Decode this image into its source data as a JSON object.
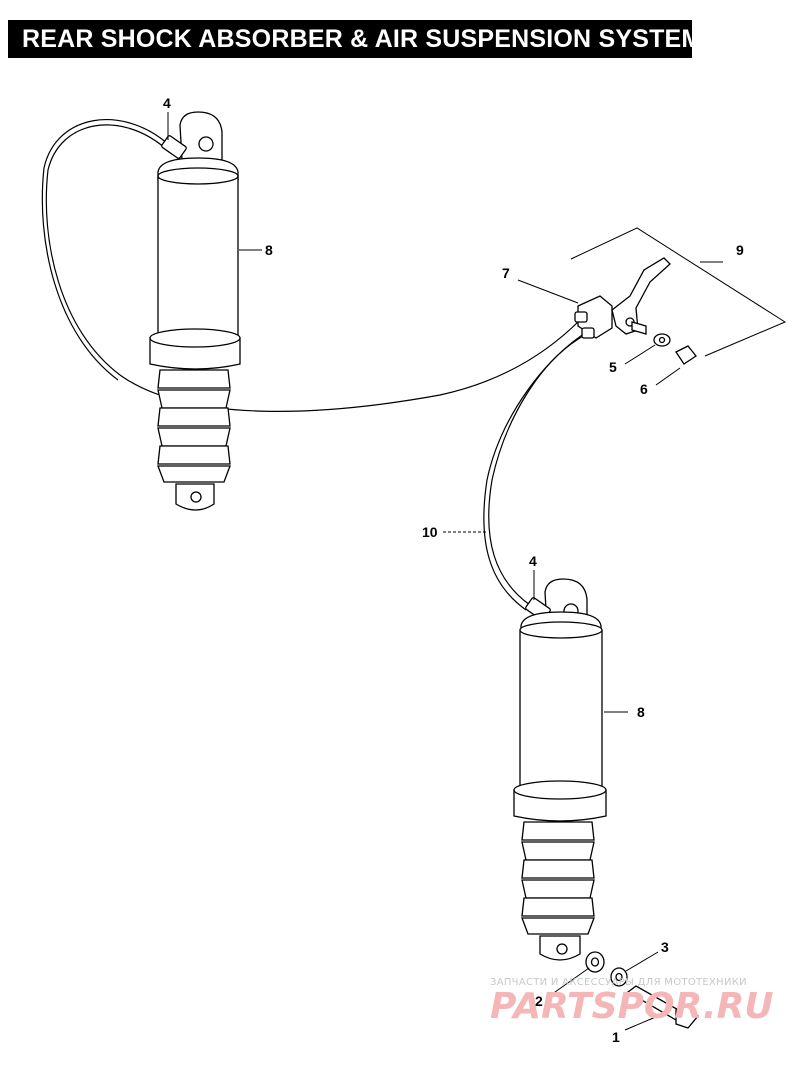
{
  "title": "REAR SHOCK ABSORBER & AIR SUSPENSION SYSTEM",
  "callouts": {
    "c1": "1",
    "c2": "2",
    "c3": "3",
    "c4a": "4",
    "c4b": "4",
    "c5": "5",
    "c6": "6",
    "c7": "7",
    "c8a": "8",
    "c8b": "8",
    "c9": "9",
    "c10": "10"
  },
  "watermark": {
    "line1": "ЗАПЧАСТИ И АКСЕССУАРЫ ДЛЯ МОТОТЕХНИКИ",
    "logo": "PARTSPOR.RU"
  }
}
